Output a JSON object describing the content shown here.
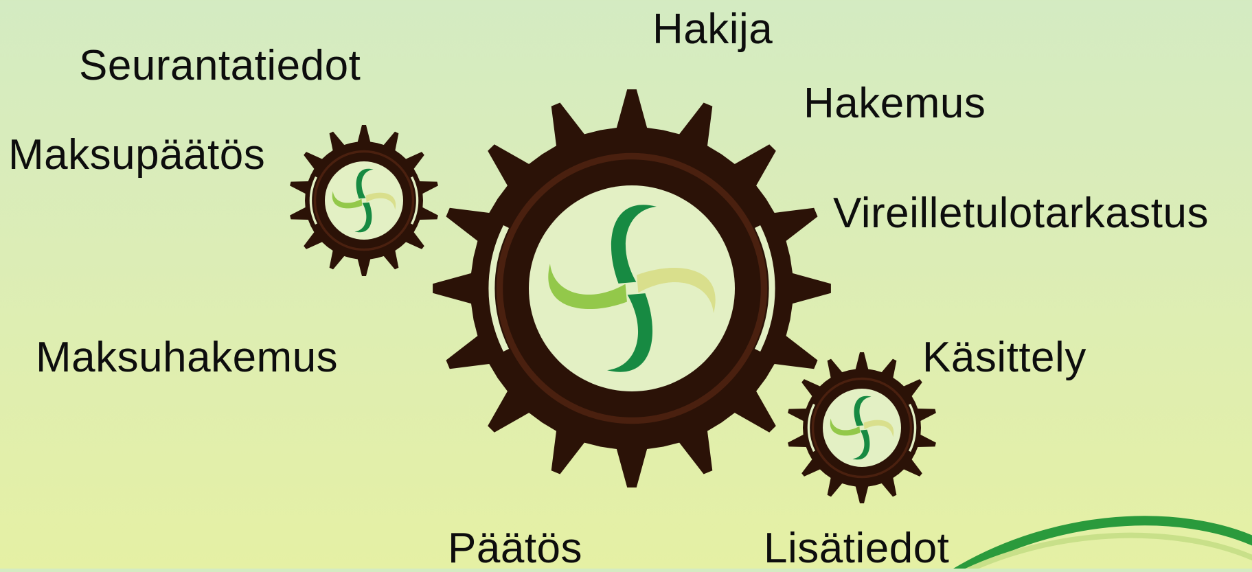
{
  "labels": {
    "hakija": "Hakija",
    "seurantatiedot": "Seurantatiedot",
    "hakemus": "Hakemus",
    "maksupaatos": "Maksupäätös",
    "vireilletulotarkastus": "Vireilletulotarkastus",
    "maksuhakemus": "Maksuhakemus",
    "kasittely": "Käsittely",
    "paatos": "Päätös",
    "lisatiedot": "Lisätiedot"
  },
  "colors": {
    "gear": "#2b1207",
    "gear_highlight": "#4a200f",
    "hub_background": "#e3f0c4",
    "swirl_dark": "#178a42",
    "swirl_light": "#93c84a",
    "swirl_pale": "#d9df8c",
    "corner_arc": "#2a9a3c"
  },
  "gears": [
    {
      "name": "large-gear",
      "teeth": 16
    },
    {
      "name": "small-gear-left",
      "teeth": 14
    },
    {
      "name": "small-gear-right",
      "teeth": 14
    }
  ]
}
